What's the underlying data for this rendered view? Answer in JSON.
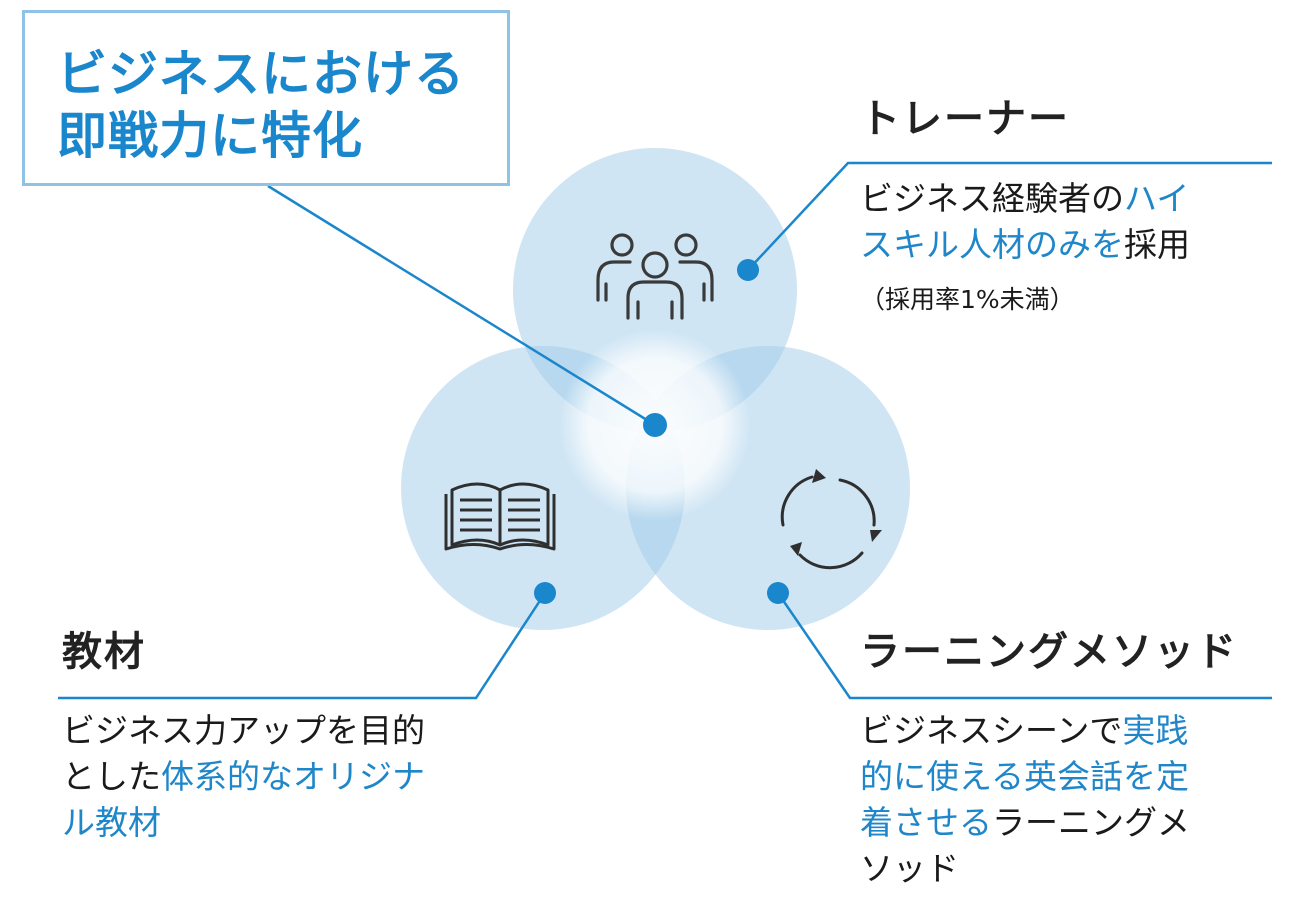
{
  "callout": {
    "line1": "ビジネスにおける",
    "line2": "即戦力に特化"
  },
  "trainer": {
    "heading": "トレーナー",
    "line1_plain": "ビジネス経験者の",
    "line1_hl": "ハイ",
    "line2_hl": "スキル人材のみを",
    "line2_plain": "採用",
    "note": "（採用率1%未満）",
    "icon": "people-group-icon"
  },
  "materials": {
    "heading": "教材",
    "line1": "ビジネス力アップを目的",
    "line2_plain": "とした",
    "line2_hl": "体系的なオリジナ",
    "line3_hl": "ル教材",
    "icon": "open-book-icon"
  },
  "method": {
    "heading": "ラーニングメソッド",
    "line1_plain": "ビジネスシーンで",
    "line1_hl": "実践",
    "line2_hl": "的に使える英会話を定",
    "line3_hl": "着させる",
    "line3_plain": "ラーニングメ",
    "line4_plain": "ソッド",
    "icon": "cycle-arrows-icon"
  },
  "colors": {
    "accent": "#1a86cc",
    "circle_fill": "#cfe6f5",
    "overlap_fill": "#a8d1ed",
    "box_border": "#8fc3e6",
    "text": "#1a1a1a"
  }
}
